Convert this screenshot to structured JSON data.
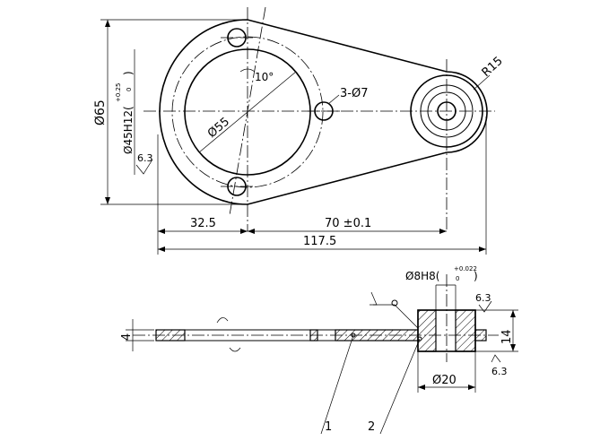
{
  "plan_view": {
    "dim_total_length": "117.5",
    "dim_left": "32.5",
    "dim_center_distance": "70 ±0.1",
    "dim_outer_diameter": "Ø65",
    "dim_bore": "Ø45H12(",
    "dim_bore_tol_upper": "+0.25",
    "dim_bore_tol_lower": "0",
    "dim_bore_close": ")",
    "dim_inner_circle": "Ø55",
    "dim_holes": "3-Ø7",
    "dim_angle": "10°",
    "dim_radius": "R15",
    "roughness": "6.3"
  },
  "section_view": {
    "dim_thickness": "4",
    "dim_pin_hole": "Ø8H8(",
    "dim_pin_tol_upper": "+0.022",
    "dim_pin_tol_lower": "0",
    "dim_pin_close": ")",
    "dim_boss_diameter": "Ø20",
    "dim_boss_height": "14",
    "roughness_top": "6.3",
    "roughness_bottom": "6.3",
    "part_label_1": "1",
    "part_label_2": "2"
  }
}
